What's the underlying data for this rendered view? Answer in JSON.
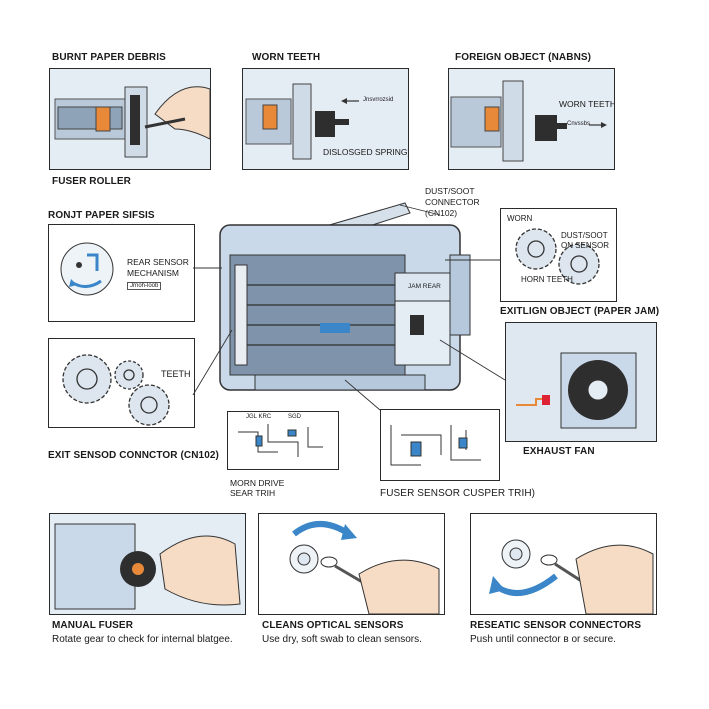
{
  "top_row": {
    "panel1": {
      "title": "BURNT PAPER DEBRIS",
      "caption": "FUSER ROLLER"
    },
    "panel2": {
      "title": "WORN TEETH",
      "note": "DISLOSGED SPRING)",
      "arrow_text": "Jnsvrrozsid"
    },
    "panel3": {
      "title": "FOREIGN OBJECT (NABNS)",
      "note": "WORN TEETH",
      "arrow_text": "Cnvssbs"
    }
  },
  "left_column": {
    "rear_title": "RONJT PAPER SIFSIS",
    "rear_sensor_text": "REAR SENSOR\nMECHANISM",
    "rear_small": "Jrnoh-loob",
    "gear_text": "TEETH",
    "gear_caption": "EXIT SENSOD CONNCTOR (CN102)"
  },
  "center": {
    "dust_callout": "DUST/SOOT\nCONNECTOR\n(CN102)",
    "screen_text": "JAM REAR",
    "schem_left_labels": [
      "JGL KRC",
      "SGD"
    ],
    "schem_left_caption": "MORN DRIVE\nSEAR TRIH",
    "schem_right_caption": "FUSER SENSOR CUSPER TRIH)"
  },
  "right_column": {
    "gear_box_worn": "WORN",
    "gear_box_dust": "DUST/SOOT\nON SENSOR",
    "gear_box_horn": "HORN TEETH",
    "exit_title": "EXITLIGN OBJECT (PAPER JAM)",
    "fan_caption": "EXHAUST FAN"
  },
  "bottom_row": [
    {
      "title": "MANUAL FUSER",
      "desc": "Rotate gear to check for internal blatgee."
    },
    {
      "title": "CLEANS OPTICAL SENSORS",
      "desc": "Use dry, soft swab to clean sensors."
    },
    {
      "title": "RESEATIC SENSOR CONNECTORS",
      "desc": "Push until connector в or secure."
    }
  ],
  "colors": {
    "panel_bg": "#eef3f8",
    "printer_blue": "#c9d9ea",
    "accent_orange": "#e8893a",
    "arrow_blue": "#3a86c8",
    "skin": "#f6dcc4"
  }
}
